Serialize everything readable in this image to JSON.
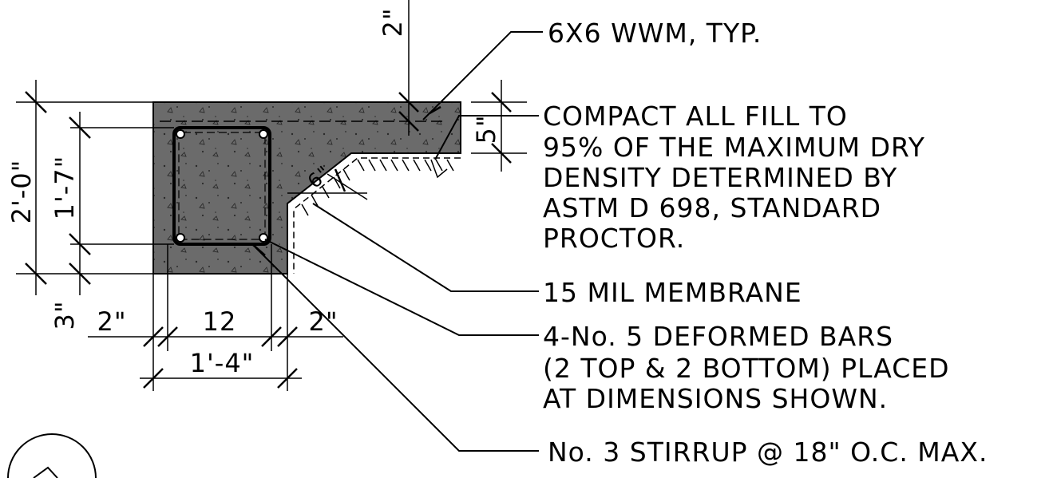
{
  "notes": {
    "wwm": "6X6 WWM, TYP.",
    "compact": [
      "COMPACT ALL FILL TO",
      "95% OF THE MAXIMUM DRY",
      "DENSITY DETERMINED BY",
      "ASTM D 698, STANDARD",
      "PROCTOR."
    ],
    "membrane": "15 MIL MEMBRANE",
    "bars": [
      "4-No. 5 DEFORMED BARS",
      "(2 TOP & 2 BOTTOM) PLACED",
      "AT DIMENSIONS SHOWN."
    ],
    "stirrup": "No. 3 STIRRUP @ 18\" O.C. MAX."
  },
  "dimensions": {
    "overall_height": "2'-0\"",
    "stirrup_height": "1'-7\"",
    "bottom_cover": "3\"",
    "top_cover": "2\"",
    "slab": "5\"",
    "side_cover_left": "2\"",
    "core_width": "12",
    "side_cover_right": "2\"",
    "overall_width": "1'-4\"",
    "slope": "6\""
  },
  "colors": {
    "concrete": "#6b6b6b",
    "line": "#000000"
  }
}
